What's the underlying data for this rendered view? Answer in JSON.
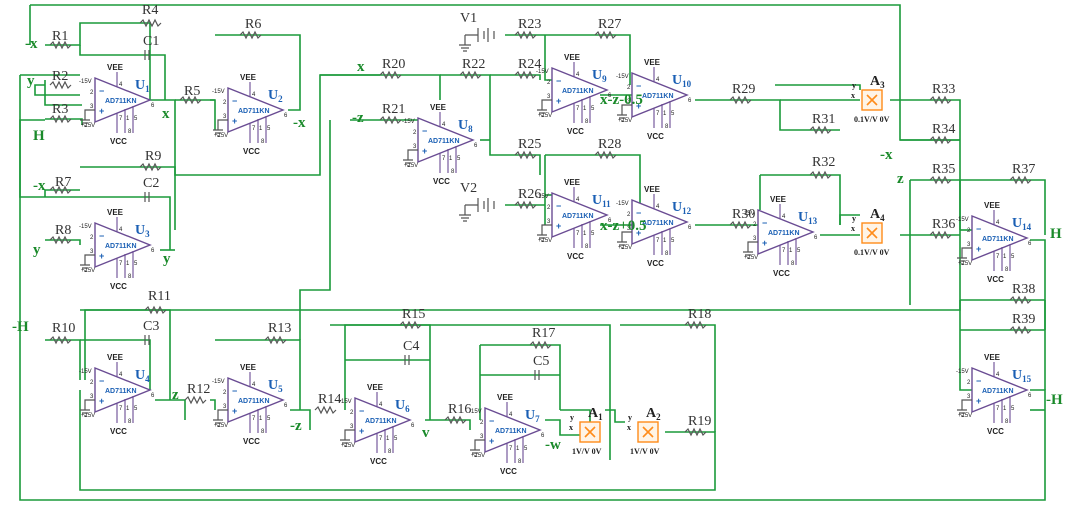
{
  "opamp": {
    "part": "AD711KN",
    "vee": "VEE",
    "vcc": "VCC",
    "neg_supply": "-15V",
    "pos_supply": "+15V",
    "pins": [
      "2",
      "3",
      "4",
      "6",
      "7",
      "1",
      "5",
      "8"
    ]
  },
  "opamps": [
    "U1",
    "U2",
    "U3",
    "U4",
    "U5",
    "U6",
    "U7",
    "U8",
    "U9",
    "U10",
    "U11",
    "U12",
    "U13",
    "U14",
    "U15"
  ],
  "resistors": [
    "R1",
    "R2",
    "R3",
    "R4",
    "R5",
    "R6",
    "R7",
    "R8",
    "R9",
    "R10",
    "R11",
    "R12",
    "R13",
    "R14",
    "R15",
    "R16",
    "R17",
    "R18",
    "R19",
    "R20",
    "R21",
    "R22",
    "R23",
    "R24",
    "R25",
    "R26",
    "R27",
    "R28",
    "R29",
    "R30",
    "R31",
    "R32",
    "R33",
    "R34",
    "R35",
    "R36",
    "R37",
    "R38",
    "R39"
  ],
  "capacitors": [
    "C1",
    "C2",
    "C3",
    "C4",
    "C5"
  ],
  "sources": [
    "V1",
    "V2"
  ],
  "multipliers": [
    {
      "name": "A1",
      "rating": "1V/V 0V"
    },
    {
      "name": "A2",
      "rating": "1V/V 0V"
    },
    {
      "name": "A3",
      "rating": "0.1V/V 0V"
    },
    {
      "name": "A4",
      "rating": "0.1V/V 0V"
    }
  ],
  "mult_inputs": {
    "x": "x",
    "y": "y"
  },
  "signals": {
    "neg_x": "-x",
    "x": "x",
    "y": "y",
    "H": "H",
    "neg_H": "-H",
    "z": "z",
    "neg_z": "-z",
    "v": "v",
    "neg_w": "-w",
    "xz_minus": "x-z-0.5",
    "xz_plus": "x-z+0.5"
  }
}
